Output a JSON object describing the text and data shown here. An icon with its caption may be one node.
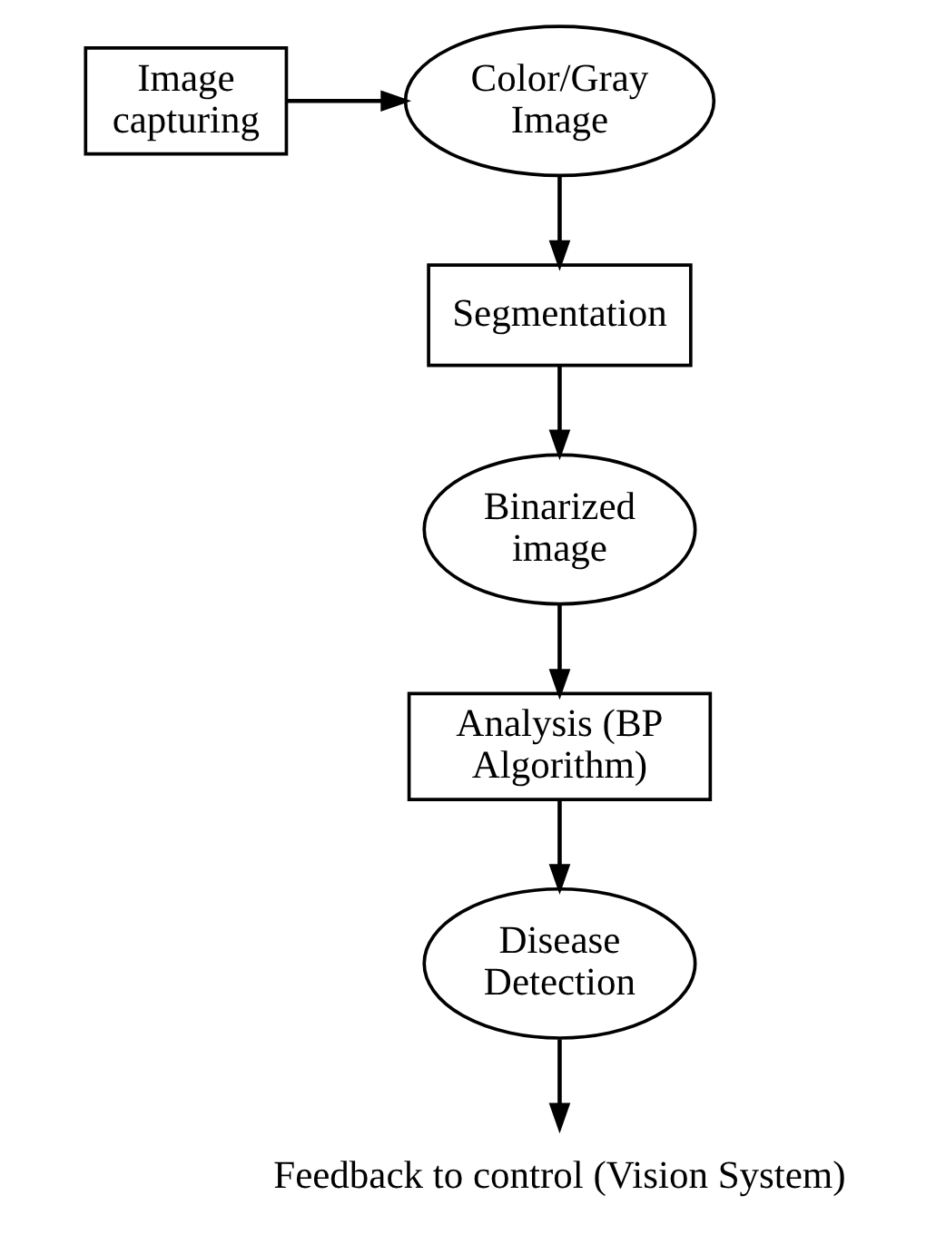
{
  "diagram": {
    "nodes": [
      {
        "text": [
          "Image capturing"
        ]
      },
      {
        "text": [
          "Color/Gray Image"
        ]
      },
      {
        "text": [
          "Segmentation"
        ]
      },
      {
        "text": [
          "Binarized image"
        ]
      },
      {
        "text": [
          "Analysis (BP Algorithm)"
        ]
      },
      {
        "text": [
          "Disease Detection"
        ]
      },
      {
        "text": [
          "Feedback to control (Vision System)"
        ]
      }
    ],
    "edges": [
      {
        "from": 0,
        "to": 1,
        "arrow": "to"
      },
      {
        "from": 1,
        "to": 2,
        "arrow": "to"
      },
      {
        "from": 2,
        "to": 3,
        "arrow": "to"
      },
      {
        "from": 3,
        "to": 4,
        "arrow": "to"
      },
      {
        "from": 4,
        "to": 5,
        "arrow": "to"
      },
      {
        "from": 5,
        "to": 6,
        "arrow": "to"
      }
    ]
  }
}
